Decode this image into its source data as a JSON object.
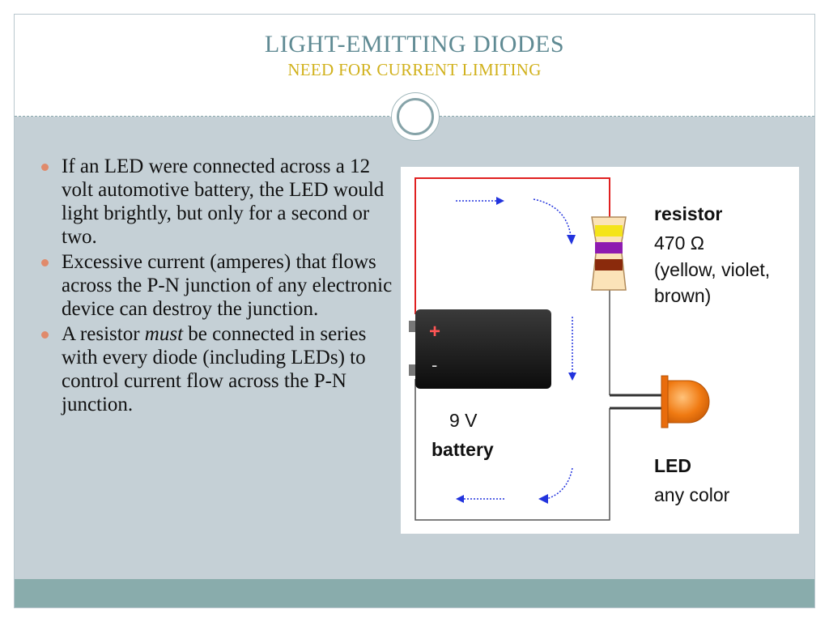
{
  "slide": {
    "title": "LIGHT-EMITTING DIODES",
    "subtitle": "NEED FOR CURRENT LIMITING"
  },
  "bullets": [
    {
      "text": "If an LED were connected across a 12 volt automotive battery, the LED would light brightly, but only for a second or two."
    },
    {
      "text": "Excessive current (amperes) that flows across the P-N junction of any electronic device can destroy the junction."
    },
    {
      "before": "A resistor ",
      "emphasis": "must",
      "after": " be connected in series with every diode (including LEDs) to control current flow across the P-N junction."
    }
  ],
  "diagram": {
    "resistor_title": "resistor",
    "resistor_value": "470 Ω",
    "resistor_bands_line1": "(yellow, violet,",
    "resistor_bands_line2": "brown)",
    "battery_voltage": "9 V",
    "battery_title": "battery",
    "battery_plus": "+",
    "battery_minus": "-",
    "led_title": "LED",
    "led_subtitle": "any color",
    "colors": {
      "band_yellow": "#f4e41a",
      "band_violet": "#8e1bb0",
      "band_brown": "#8a2a0c",
      "led_orange": "#f07a12",
      "wire_red": "#e02020",
      "arrow_blue": "#2233dd"
    }
  }
}
